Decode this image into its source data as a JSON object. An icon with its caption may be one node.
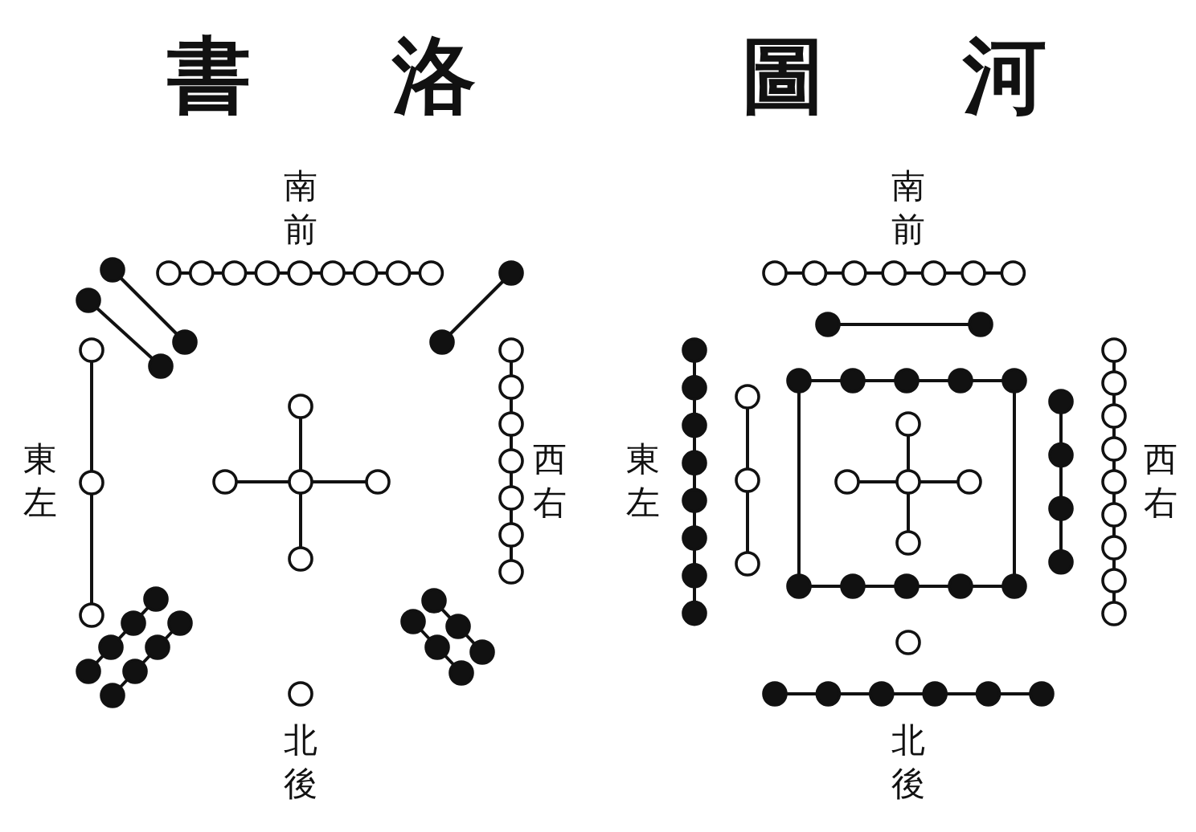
{
  "diagram": {
    "labels": [
      "書",
      "洛",
      "圖",
      "河",
      "南前",
      "東左",
      "西右",
      "北後",
      "南前",
      "東左",
      "西右",
      "北後"
    ]
  }
}
